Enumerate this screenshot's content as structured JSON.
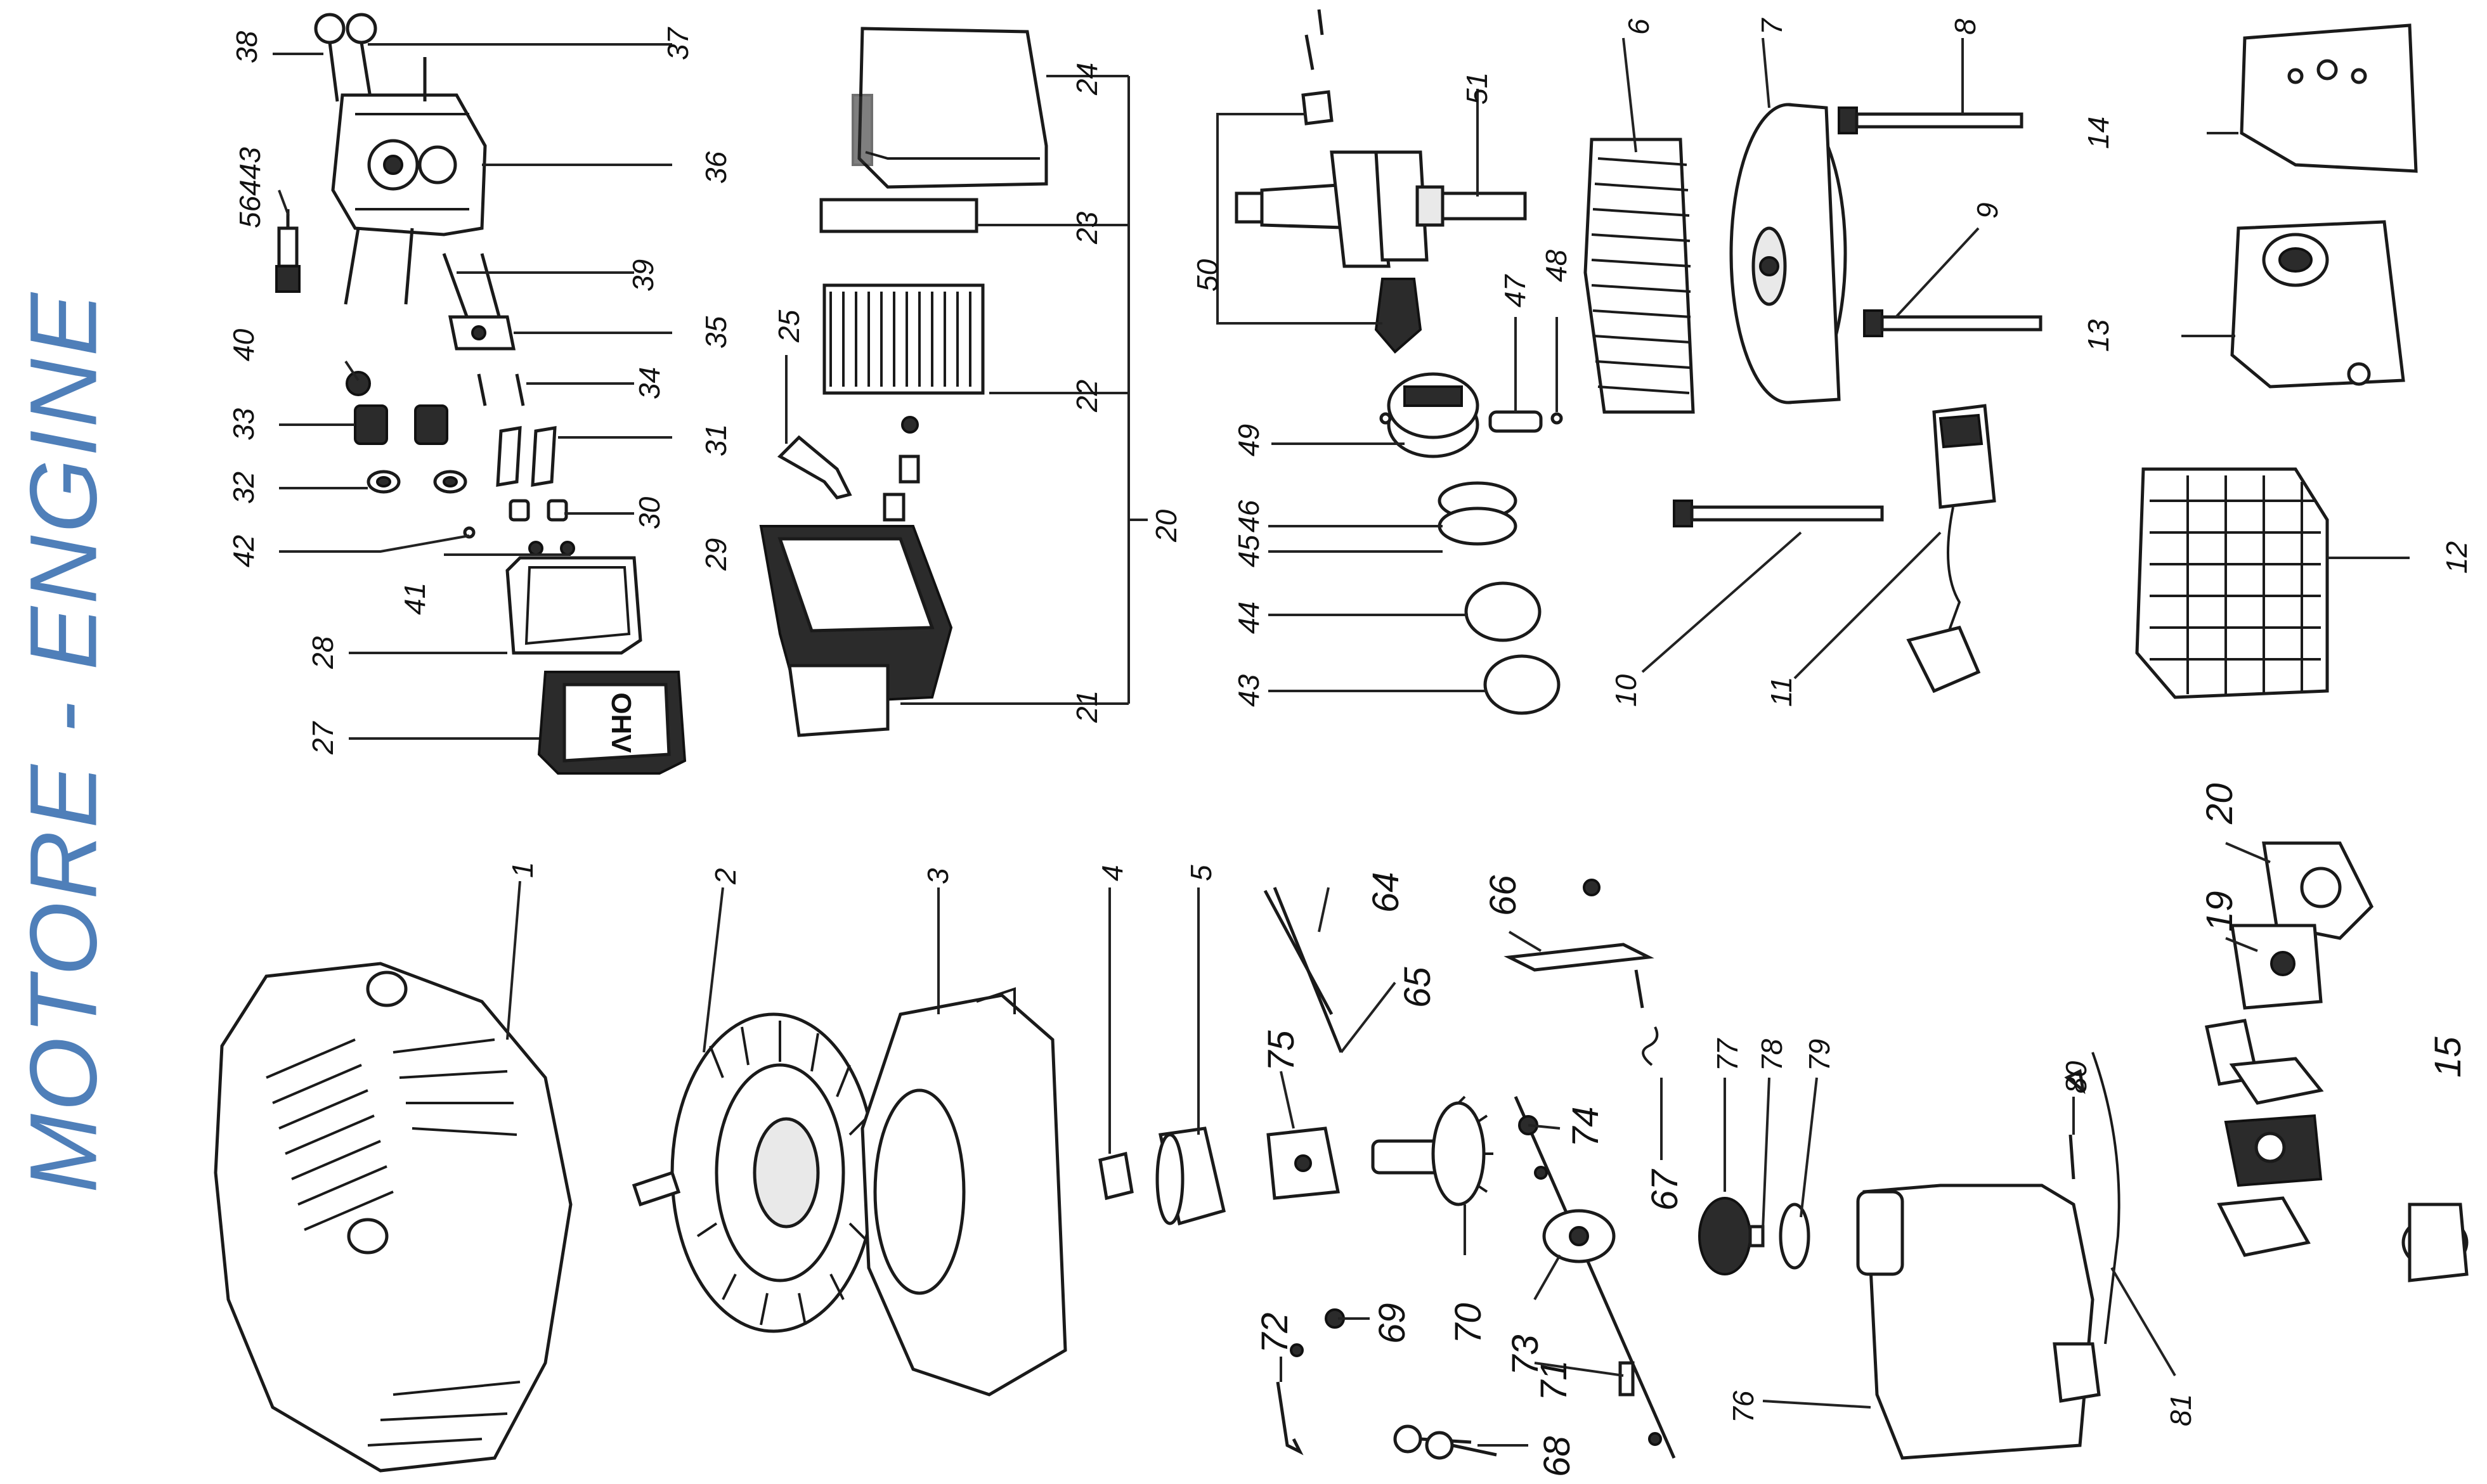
{
  "title": "MOTORE - ENGINE",
  "callouts": {
    "c1": "1",
    "c2": "2",
    "c3": "3",
    "c4": "4",
    "c5": "5",
    "c6": "6",
    "c7": "7",
    "c8": "8",
    "c9": "9",
    "c10": "10",
    "c11": "11",
    "c12": "12",
    "c13": "13",
    "c14": "14",
    "c15": "15",
    "c19": "19",
    "c20a": "20",
    "c20b": "20",
    "c21": "21",
    "c22": "22",
    "c23": "23",
    "c24": "24",
    "c25": "25",
    "c27": "27",
    "c28": "28",
    "c29": "29",
    "c30": "30",
    "c31": "31",
    "c32": "32",
    "c33": "33",
    "c34": "34",
    "c35": "35",
    "c36": "36",
    "c37": "37",
    "c38": "38",
    "c39": "39",
    "c40": "40",
    "c41": "41",
    "c42": "42",
    "c43": "43",
    "c44": "44",
    "c45": "45",
    "c46": "46",
    "c47": "47",
    "c48": "48",
    "c49": "49",
    "c50": "50",
    "c51": "51",
    "c56443": "56443",
    "c64": "64",
    "c65": "65",
    "c66": "66",
    "c67": "67",
    "c68": "68",
    "c69": "69",
    "c70": "70",
    "c71": "71",
    "c72": "72",
    "c73": "73",
    "c74": "74",
    "c75": "75",
    "c76": "76",
    "c77": "77",
    "c78": "78",
    "c79": "79",
    "c80": "80",
    "c81": "81"
  },
  "cover_badge": "OHV",
  "colors": {
    "title": "#4f7fb9",
    "line": "#1a1a1a",
    "background": "#ffffff"
  }
}
